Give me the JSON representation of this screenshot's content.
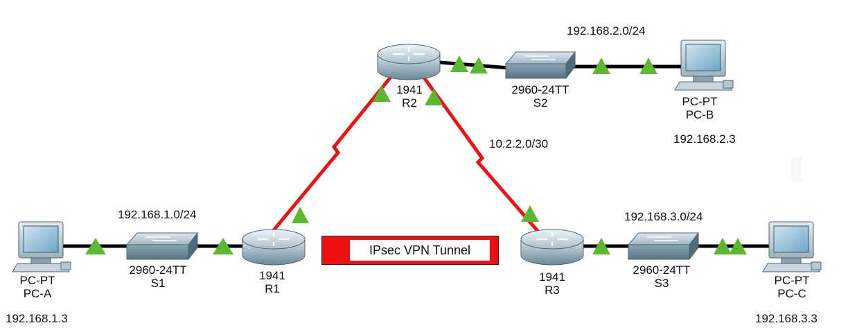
{
  "devices": {
    "pc_a": {
      "type": "PC-PT",
      "name": "PC-A",
      "ip": "192.168.1.3"
    },
    "s1": {
      "model": "2960-24TT",
      "name": "S1"
    },
    "r1": {
      "model": "1941",
      "name": "R1"
    },
    "r2": {
      "model": "1941",
      "name": "R2"
    },
    "s2": {
      "model": "2960-24TT",
      "name": "S2"
    },
    "pc_b": {
      "type": "PC-PT",
      "name": "PC-B",
      "ip": "192.168.2.3"
    },
    "r3": {
      "model": "1941",
      "name": "R3"
    },
    "s3": {
      "model": "2960-24TT",
      "name": "S3"
    },
    "pc_c": {
      "type": "PC-PT",
      "name": "PC-C",
      "ip": "192.168.3.3"
    }
  },
  "networks": {
    "lan1": "192.168.1.0/24",
    "lan2": "192.168.2.0/24",
    "lan3": "192.168.3.0/24",
    "wan_r2_r3": "10.2.2.0/30"
  },
  "legend": {
    "label": "IPsec VPN Tunnel",
    "color": "#ee1111"
  },
  "colors": {
    "ethernet": "#000000",
    "serial": "#ee1111",
    "link_up": "#5cb82e"
  }
}
